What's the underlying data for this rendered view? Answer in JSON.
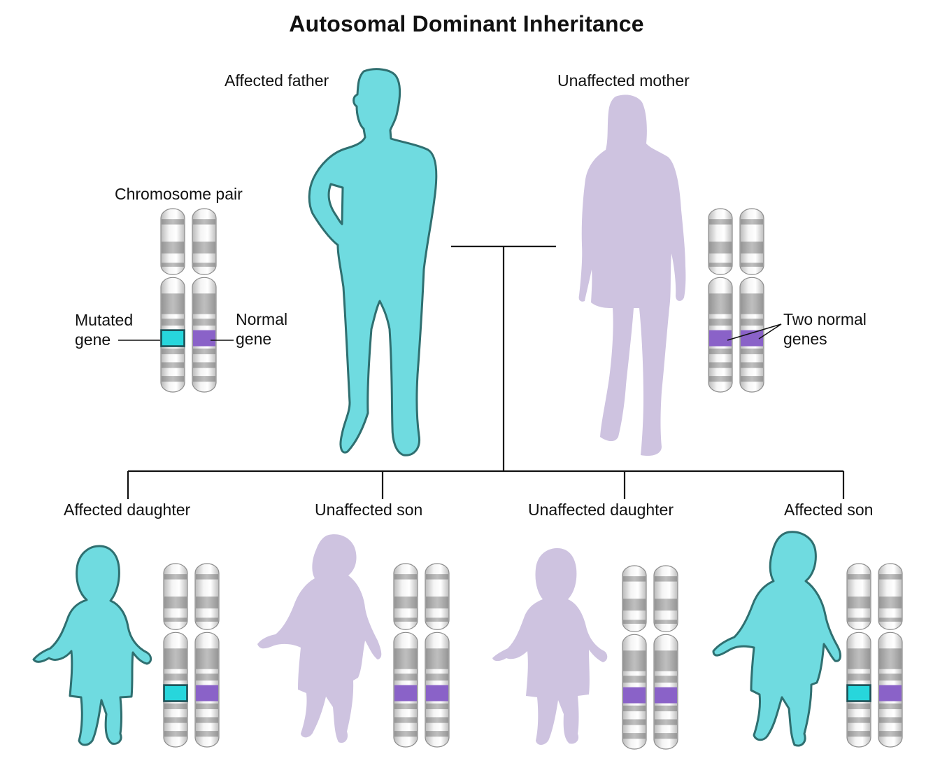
{
  "title": "Autosomal Dominant Inheritance",
  "parents": {
    "father_label": "Affected father",
    "mother_label": "Unaffected mother"
  },
  "father_chromosomes": {
    "pair_label": "Chromosome pair",
    "mutated_label_line1": "Mutated",
    "mutated_label_line2": "gene",
    "normal_label_line1": "Normal",
    "normal_label_line2": "gene"
  },
  "mother_chromosomes": {
    "normal_label_line1": "Two normal",
    "normal_label_line2": "genes"
  },
  "children": [
    {
      "label": "Affected daughter",
      "affected": true
    },
    {
      "label": "Unaffected son",
      "affected": false
    },
    {
      "label": "Unaffected daughter",
      "affected": false
    },
    {
      "label": "Affected son",
      "affected": true
    }
  ],
  "colors": {
    "affected": "#6fdbe0",
    "affected_outline": "#2f6f70",
    "unaffected": "#cec3e0",
    "mutated_gene": "#27d6dc",
    "normal_gene": "#8a62c8"
  }
}
